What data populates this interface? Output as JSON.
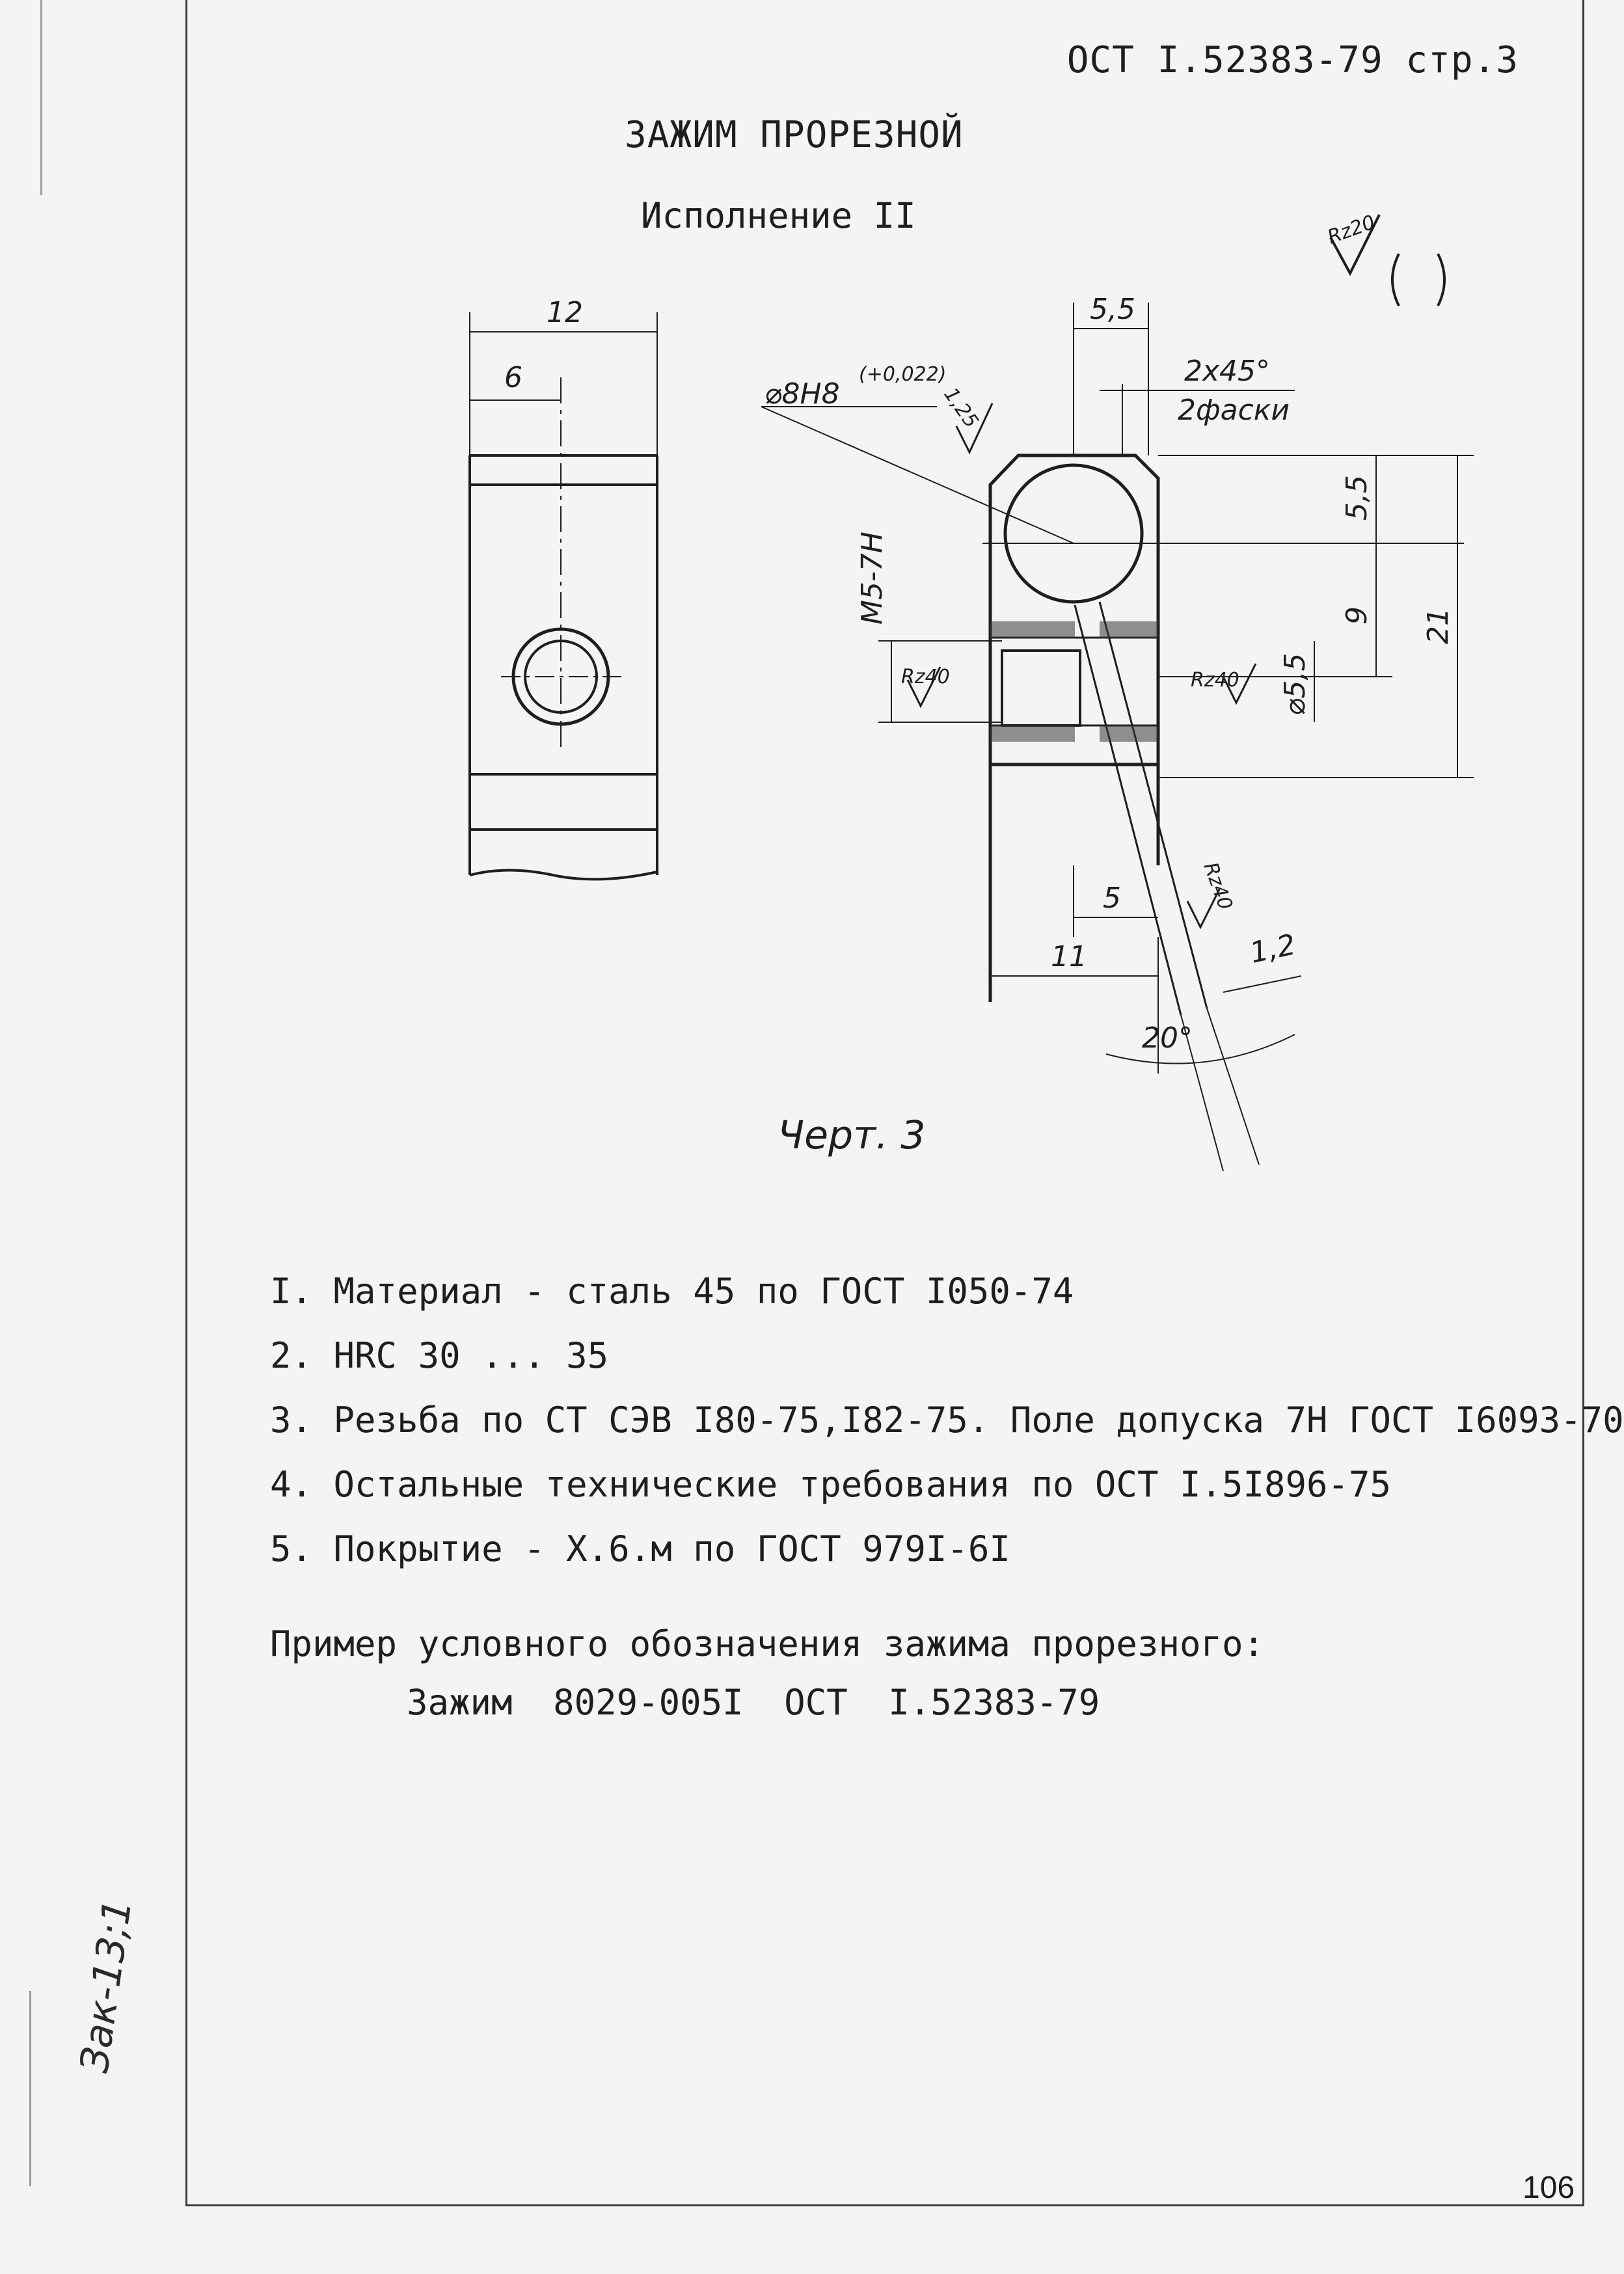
{
  "header": {
    "doc_ref": "ОСТ I.52383-79 стр.3"
  },
  "title": "ЗАЖИМ ПРОРЕЗНОЙ",
  "subtitle": "Исполнение II",
  "drawing": {
    "roughness_general": "Rz20",
    "dims": {
      "width_12": "12",
      "width_6": "6",
      "top_5_5": "5,5",
      "chamfer": "2x45°",
      "chamfer_note": "2фаски",
      "bore": "⌀8H8",
      "bore_tol": "(+0,022)",
      "bore_rough": "1,25",
      "thread": "M5-7H",
      "rz40_left": "Rz40",
      "rz40_right": "Rz40",
      "rz40_slot": "Rz40",
      "h_5_5": "5,5",
      "h_9": "9",
      "h_21": "21",
      "dia_5_5": "⌀5,5",
      "w_5": "5",
      "w_11": "11",
      "slot_1_2": "1,2",
      "angle_20": "20°"
    }
  },
  "caption": "Черт. 3",
  "requirements": [
    "I. Материал - сталь 45 по ГОСТ I050-74",
    "2. HRC 30 ... 35",
    "3. Резьба по СТ СЭВ I80-75,I82-75. Поле допуска 7H ГОСТ I6093-70",
    "4. Остальные технические требования по ОСТ I.5I896-75",
    "5. Покрытие - X.6.м по ГОСТ 979I-6I"
  ],
  "example": {
    "label": "Пример условного обозначения зажима прорезного:",
    "value": "Зажим 8029-005I ОСТ I.52383-79"
  },
  "side_stamp": "Зак-13;1",
  "page_number": "106"
}
